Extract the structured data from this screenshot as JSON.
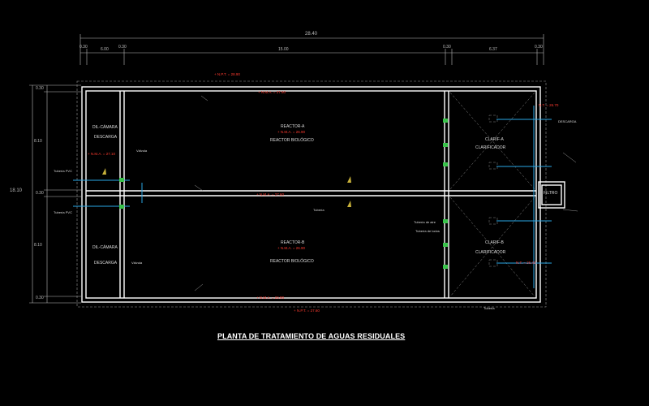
{
  "drawing": {
    "title": "PLANTA DE TRATAMIENTO DE AGUAS RESIDUALES",
    "colors": {
      "background": "#000000",
      "walls": "#ffffff",
      "dimensions": "#bbbbbb",
      "levels": "#ff3b2f",
      "pipes": "#2aa7e6",
      "valves": "#39c24a",
      "hatch": "#c8b13a"
    },
    "overall_dims": {
      "total_length": "28.40",
      "total_width": "18.10",
      "seg1": "0.30",
      "seg2": "6.00",
      "seg3": "0.30",
      "seg4": "15.00",
      "seg5": "0.30",
      "seg6": "6.37",
      "seg7": "0.30",
      "row1": "0.30",
      "row2": "8.10",
      "row3": "0.30",
      "row4": "8.10",
      "row5": "0.30"
    },
    "levels": {
      "top_npt": "+ N.P.T. = 28.90",
      "top_wall": "+ N.M.A. = 27.60",
      "mid": "+ N.M.A. = 27.60",
      "bottom_wall": "+ N.M.A. = 26.90",
      "bottom_npt": "+ N.P.T. = 27.60",
      "clarifier_top": "N.T. = 26.70",
      "clarifier_bottom": "N.T. = 26.45",
      "left": "+ N.M.A. = 27.10"
    },
    "rooms": {
      "upper_left_name": "DIL-CÁMARA",
      "upper_left_sub": "DESCARGA",
      "lower_left_name": "DIL-CÁMARA",
      "lower_left_sub": "DESCARGA",
      "upper_basin_name": "REACTOR-A",
      "upper_basin_level": "+ N.M.A. = 26.90",
      "upper_basin_sub": "REACTOR BIOLÓGICO",
      "lower_basin_name": "REACTOR-B",
      "lower_basin_level": "+ N.M.A. = 26.90",
      "lower_basin_sub": "REACTOR BIOLÓGICO",
      "upper_clarifier_name": "CLARIF-A",
      "upper_clarifier_sub": "CLARIFICADOR",
      "lower_clarifier_name": "CLARIF-B",
      "lower_clarifier_sub": "CLARIFICADOR",
      "filter_name": "FILTRO"
    },
    "annotations": {
      "a1": "Tubería PVC",
      "a2": "Válvula",
      "a3": "Tubería PVC",
      "a4": "Válvula",
      "a5": "DESCARGA",
      "a6": "Tubería de aire",
      "a7": "Tubería de lodos",
      "a8": "Tubería",
      "a9": "Tubería"
    }
  }
}
